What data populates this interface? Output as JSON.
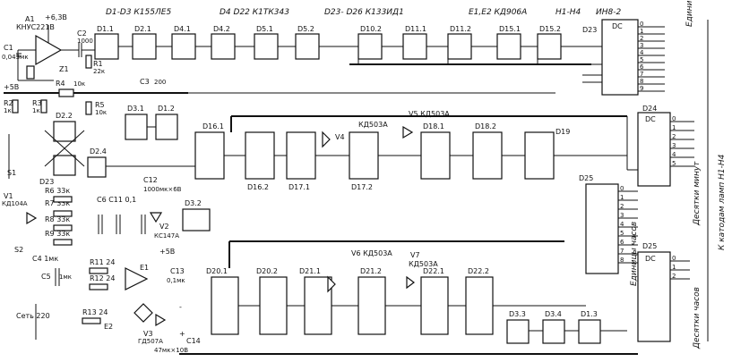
{
  "header_labels": [
    {
      "id": "h-d1d3",
      "text": "D1-D3  К155ЛЕ5"
    },
    {
      "id": "h-d4d22",
      "text": "D4  D22  К1ТК343"
    },
    {
      "id": "h-d23d26",
      "text": "D23-  D26  К133ИД1"
    },
    {
      "id": "h-e1e2",
      "text": "Е1,Е2  КД906А"
    },
    {
      "id": "h-h1h4",
      "text": "Н1-Н4"
    },
    {
      "id": "h-ing2",
      "text": "ИН8-2"
    }
  ],
  "components": {
    "quartz": {
      "ref": "A1",
      "part": "КНУС221В",
      "supply": "+6,3В"
    },
    "c1": {
      "ref": "С1",
      "value": "0,043мк"
    },
    "c2": {
      "ref": "С2",
      "value": "1000"
    },
    "r1": {
      "ref": "R1",
      "value": "22к"
    },
    "z1": "Z1",
    "plus5": "+5В",
    "r4": {
      "ref": "R4",
      "value": "10к"
    },
    "c3": {
      "ref": "С3",
      "value": "200"
    },
    "r2": {
      "ref": "R2",
      "value": "1к"
    },
    "r3": {
      "ref": "R3",
      "value": "1к"
    },
    "r5": {
      "ref": "R5",
      "value": "10к"
    },
    "d23": "D23",
    "s1": "S1",
    "v1": {
      "ref": "V1",
      "part": "КД104А"
    },
    "r6": "R6 33к",
    "r7": "R7 33к",
    "r8": "R8 33к",
    "r9": "R9 33к",
    "c6c11": "С6 С11 0,1",
    "c12": {
      "ref": "С12",
      "value": "1000мк×6В"
    },
    "v2": {
      "ref": "V2",
      "part": "КС147А"
    },
    "s2": "S2",
    "c4": "С4 1мк",
    "c5": "С5",
    "c5v": "1мк",
    "r11": "R11 24",
    "r12": "R12 24",
    "r13": "R13 24",
    "e1": "Е1",
    "e2": "Е2",
    "c13": {
      "ref": "С13",
      "value": "0,1мк"
    },
    "v3": {
      "ref": "V3",
      "part": "ГД507А"
    },
    "c14": {
      "ref": "С14",
      "value": "47мк×10В"
    },
    "mains": "Сеть 220",
    "v4": "V4",
    "v5": "V5 КД503А",
    "v6": "V6 КД503А",
    "v7": {
      "ref": "V7",
      "part": "КД503А"
    },
    "kd503a_top": "КД503А",
    "minus": "-",
    "plus": "+"
  },
  "gates": [
    {
      "id": "d1-1",
      "label": "D1.1"
    },
    {
      "id": "d2-1",
      "label": "D2.1"
    },
    {
      "id": "d4-1",
      "label": "D4.1"
    },
    {
      "id": "d4-2",
      "label": "D4.2"
    },
    {
      "id": "d5-1",
      "label": "D5.1"
    },
    {
      "id": "d5-2",
      "label": "D5.2"
    },
    {
      "id": "d10-2",
      "label": "D10.2"
    },
    {
      "id": "d11-1",
      "label": "D11.1"
    },
    {
      "id": "d11-2",
      "label": "D11.2"
    },
    {
      "id": "d15-1",
      "label": "D15.1"
    },
    {
      "id": "d15-2",
      "label": "D15.2"
    },
    {
      "id": "d3-1",
      "label": "D3.1"
    },
    {
      "id": "d1-2",
      "label": "D1.2"
    },
    {
      "id": "d2-2",
      "label": "D2.2"
    },
    {
      "id": "d2-4",
      "label": "D2.4"
    },
    {
      "id": "d3-2",
      "label": "D3.2"
    },
    {
      "id": "d3-3",
      "label": "D3.3"
    },
    {
      "id": "d3-4",
      "label": "D3.4"
    },
    {
      "id": "d1-3",
      "label": "D1.3"
    }
  ],
  "flipflops": [
    {
      "id": "d16-1",
      "label": "D16.1"
    },
    {
      "id": "d16-2",
      "label": "D16.2"
    },
    {
      "id": "d17-1",
      "label": "D17.1"
    },
    {
      "id": "d17-2",
      "label": "D17.2"
    },
    {
      "id": "d18-1",
      "label": "D18.1"
    },
    {
      "id": "d18-2",
      "label": "D18.2"
    },
    {
      "id": "d19",
      "label": "D19"
    },
    {
      "id": "d20-1",
      "label": "D20.1"
    },
    {
      "id": "d20-2",
      "label": "D20.2"
    },
    {
      "id": "d21-1",
      "label": "D21.1"
    },
    {
      "id": "d21-2",
      "label": "D21.2"
    },
    {
      "id": "d22-1",
      "label": "D22.1"
    },
    {
      "id": "d22-2",
      "label": "D22.2"
    }
  ],
  "decoders": [
    {
      "id": "d23",
      "label": "D23",
      "type": "DC",
      "caption": "Единицы минут"
    },
    {
      "id": "d24",
      "label": "D24",
      "type": "DC",
      "caption": "Десятки минут"
    },
    {
      "id": "d25",
      "label": "D25",
      "type": "DC",
      "caption": "Единицы часов"
    },
    {
      "id": "d26",
      "label": "D25",
      "type": "DC",
      "caption": "Десятки часов"
    }
  ],
  "right_caption": "К катодам ламп Н1-Н4",
  "pin_labels_common": [
    "0",
    "1",
    "2",
    "3",
    "4",
    "5",
    "6",
    "7",
    "8",
    "9"
  ]
}
